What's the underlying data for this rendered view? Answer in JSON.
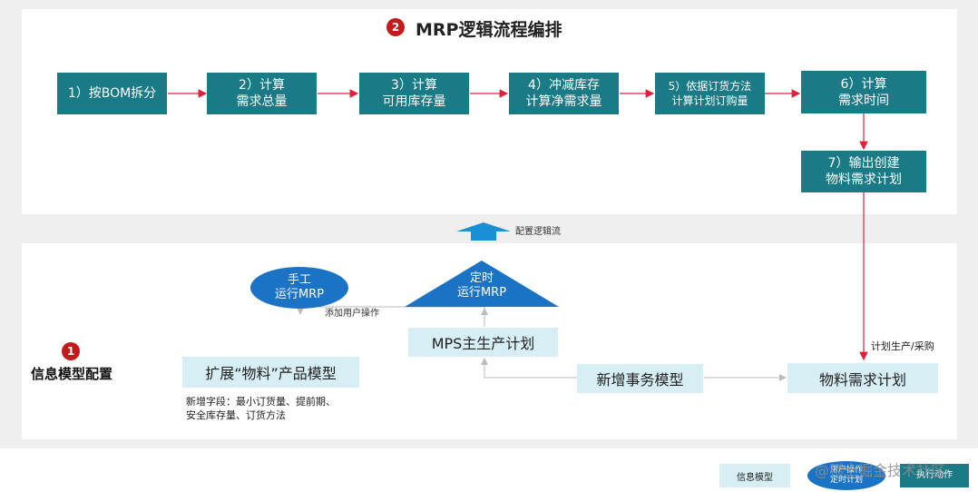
{
  "header": {
    "badge": "2",
    "title": "MRP逻辑流程编排"
  },
  "flow": {
    "steps": [
      {
        "line1": "1）按BOM拆分",
        "line2": ""
      },
      {
        "line1": "2）计算",
        "line2": "需求总量"
      },
      {
        "line1": "3）计算",
        "line2": "可用库存量"
      },
      {
        "line1": "4）冲减库存",
        "line2": "计算净需求量"
      },
      {
        "line1": "5）依据订货方法",
        "line2": "计算计划订购量"
      },
      {
        "line1": "6）计算",
        "line2": "需求时间"
      },
      {
        "line1": "7）输出创建",
        "line2": "物料需求计划"
      }
    ],
    "config_flow_label": "配置逻辑流"
  },
  "lower": {
    "badge": "1",
    "section_title": "信息模型配置",
    "manual_run": {
      "line1": "手工",
      "line2": "运行MRP"
    },
    "timed_run": {
      "line1": "定时",
      "line2": "运行MRP"
    },
    "add_user_op": "添加用户操作",
    "mps": "MPS主生产计划",
    "extend_model": "扩展“物料”产品模型",
    "new_fields_line1": "新增字段：最小订货量、提前期、",
    "new_fields_line2": "安全库存量、订货方法",
    "new_transaction_model": "新增事务模型",
    "plan_label": "计划生产/采购",
    "mrp_plan": "物料需求计划"
  },
  "legend": {
    "info_model": "信息模型",
    "user_op_line1": "用户操作",
    "user_op_line2": "定时计划",
    "exec_action": "执行动作"
  },
  "watermark": "@稀土掘金技术社区",
  "colors": {
    "teal": "#1a7a86",
    "light": "#d6eef4",
    "blue": "#1b73c6",
    "red": "#c51a1a",
    "arrow": "#e0203a"
  }
}
